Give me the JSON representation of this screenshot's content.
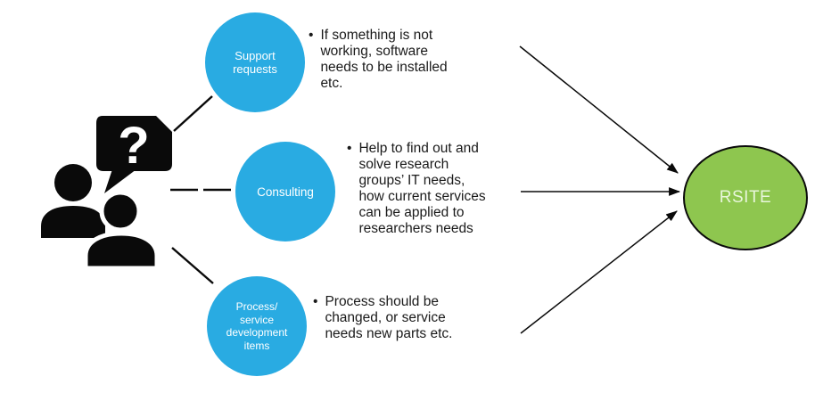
{
  "colors": {
    "node_blue": "#29ABE2",
    "target_green": "#8EC64F",
    "target_border": "#000000",
    "icon_black": "#0A0A0A",
    "annotation_text": "#1A1A1A",
    "node_text": "#FFFFFF",
    "target_text": "#E8F6DB"
  },
  "icon": {
    "name": "people-with-question-bubble",
    "question_mark": "?"
  },
  "nodes": [
    {
      "label": "Support\nrequests"
    },
    {
      "label": "Consulting"
    },
    {
      "label": "Process/\nservice\ndevelopment\nitems"
    }
  ],
  "annotations": [
    {
      "bullet": "•",
      "text": "If something is not\nworking, software\nneeds to be installed\netc."
    },
    {
      "bullet": "•",
      "text": "Help to find out and\nsolve research\ngroups’ IT needs,\nhow current services\ncan be applied to\nresearchers needs"
    },
    {
      "bullet": "•",
      "text": "Process should be\nchanged, or service\nneeds new parts etc."
    }
  ],
  "target": {
    "label": "RSITE"
  }
}
